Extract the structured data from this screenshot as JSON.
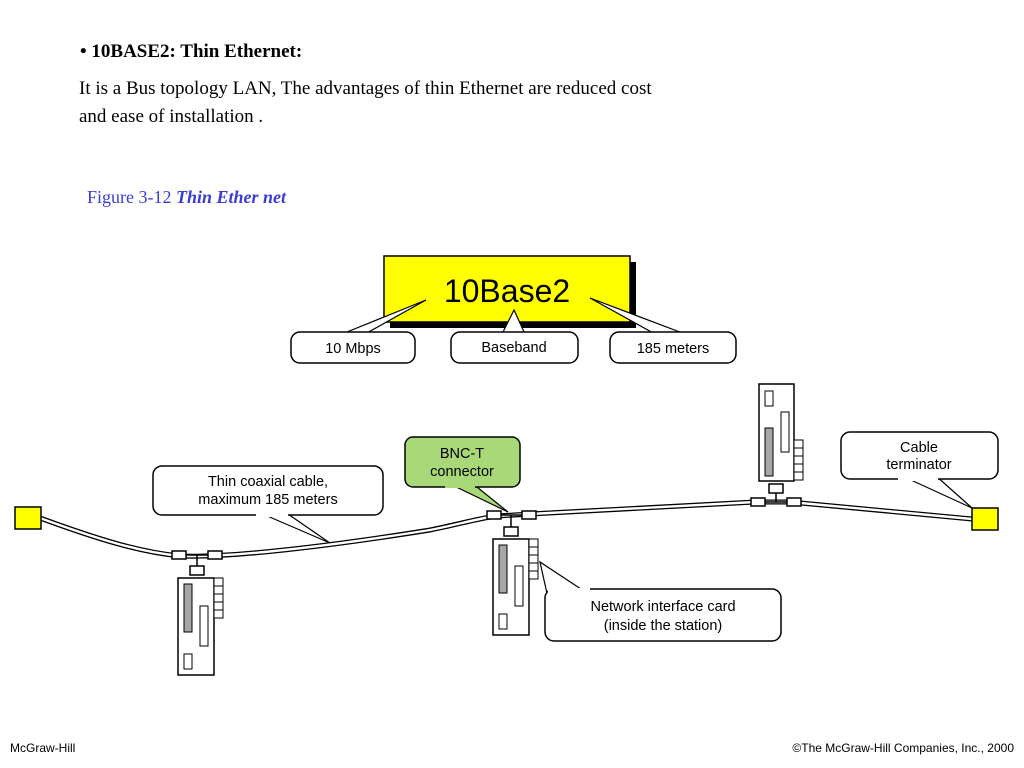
{
  "slide": {
    "heading": "• 10BASE2: Thin Ethernet:",
    "intro": "It is a Bus topology LAN, The advantages of thin Ethernet are reduced cost and ease of installation .",
    "caption_label": "Figure  3-12",
    "caption_title": "Thin Ether net"
  },
  "diagram": {
    "title": "10Base2",
    "speed": "10 Mbps",
    "signaling": "Baseband",
    "segment_length": "185 meters",
    "bnc_line1": "BNC-T",
    "bnc_line2": "connector",
    "coax_line1": "Thin coaxial cable,",
    "coax_line2": "maximum 185 meters",
    "terminator_line1": "Cable",
    "terminator_line2": "terminator",
    "nic_line1": "Network interface card",
    "nic_line2": "(inside the station)"
  },
  "colors": {
    "title_box": "#ffff00",
    "bnc_box": "#a8d878",
    "terminator": "#ffff00",
    "caption": "#3b3bd6"
  },
  "footer": {
    "publisher": "McGraw-Hill",
    "copyright": "©The McGraw-Hill Companies, Inc., 2000"
  }
}
